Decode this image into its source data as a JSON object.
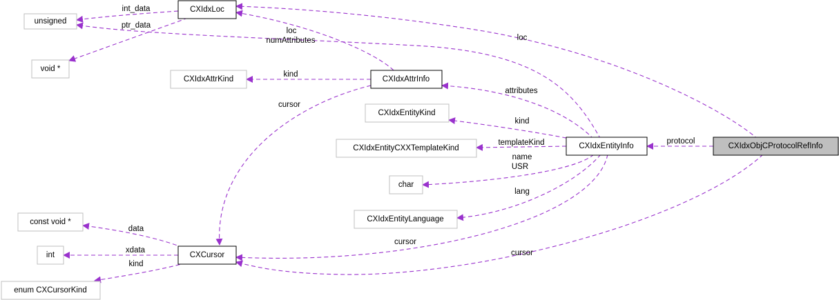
{
  "colors": {
    "edge": "#9a32cd",
    "node_border": "#000000",
    "external_node_border": "#bfbfbf",
    "focus_fill": "#bfbfbf"
  },
  "nodes": {
    "unsigned": "unsigned",
    "void_ptr": "void *",
    "cxidxloc": "CXIdxLoc",
    "cxidxattrkind": "CXIdxAttrKind",
    "cxidxattrinfo": "CXIdxAttrInfo",
    "cxidxentitykind": "CXIdxEntityKind",
    "cxidxentitycxxtemplatekind": "CXIdxEntityCXXTemplateKind",
    "cxidxentityinfo": "CXIdxEntityInfo",
    "cxidxobjcprotocolrefinfo": "CXIdxObjCProtocolRefInfo",
    "char": "char",
    "cxidxentitylanguage": "CXIdxEntityLanguage",
    "const_void_ptr": "const void *",
    "int": "int",
    "cxcursor": "CXCursor",
    "enum_cxcursorkind": "enum CXCursorKind"
  },
  "edge_labels": {
    "int_data": "int_data",
    "ptr_data": "ptr_data",
    "loc_attr": "loc",
    "loc_protocol": "loc",
    "num_attributes": "numAttributes",
    "kind_attr": "kind",
    "attributes": "attributes",
    "cursor_attr": "cursor",
    "kind_entity": "kind",
    "template_kind": "templateKind",
    "protocol": "protocol",
    "name": "name",
    "usr": "USR",
    "lang": "lang",
    "data": "data",
    "xdata": "xdata",
    "kind_cursor": "kind",
    "cursor_entity": "cursor",
    "cursor_protocol": "cursor"
  }
}
